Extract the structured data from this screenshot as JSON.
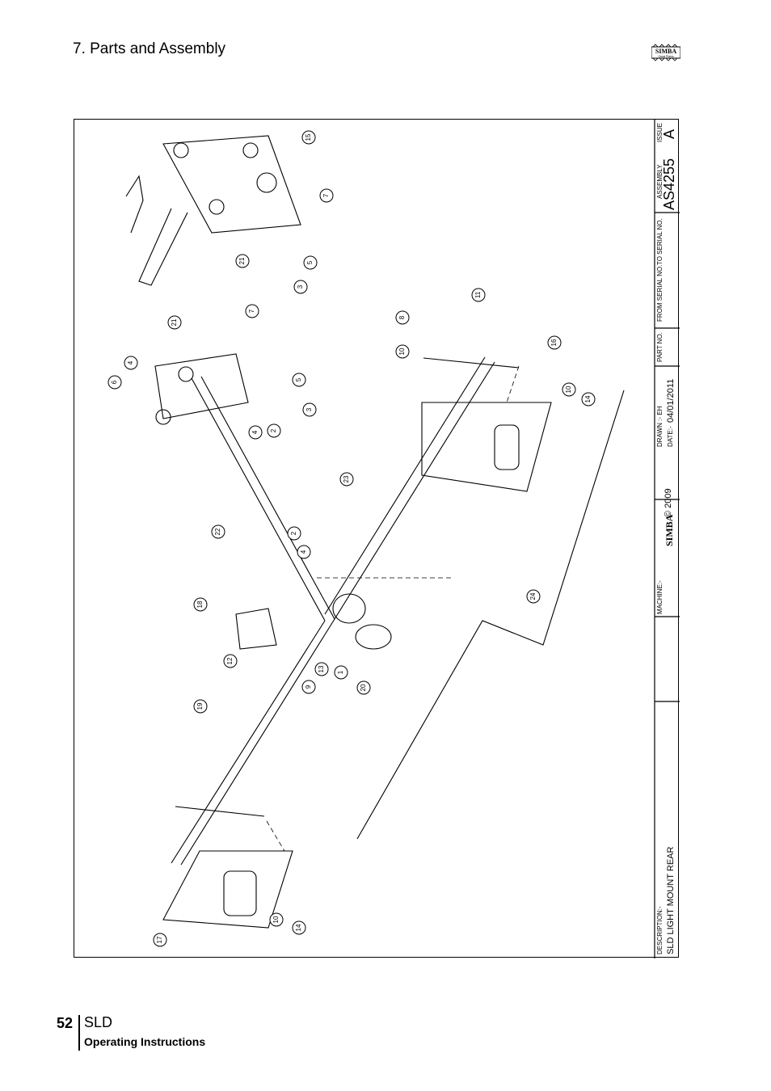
{
  "header": {
    "title": "7. Parts and Assembly",
    "logo_text": "SIMBA",
    "logo_sub": "Great Plains"
  },
  "title_block": {
    "description_label": "DESCRIPTION:-",
    "description": "SLD LIGHT MOUNT REAR",
    "machine_label": "MACHINE:-",
    "logo_text": "SIMBA",
    "copyright": "© 2009",
    "drawn_label": "DRAWN :- EH",
    "date_label": "DATE:-",
    "date": "04/01/2011",
    "part_no_label": "PART NO.",
    "from_serial_label": "FROM SERIAL NO.",
    "to_serial_label": "TO SERIAL NO.",
    "assembly_label": "ASSEMBLY",
    "assembly": "AS4255",
    "issue_label": "ISSUE",
    "issue": "A"
  },
  "callouts": [
    "15",
    "7",
    "5",
    "3",
    "21",
    "7",
    "21",
    "4",
    "6",
    "5",
    "3",
    "4",
    "2",
    "8",
    "10",
    "11",
    "16",
    "10",
    "14",
    "23",
    "22",
    "2",
    "4",
    "18",
    "12",
    "19",
    "9",
    "13",
    "1",
    "20",
    "24",
    "17",
    "10",
    "14"
  ],
  "footer": {
    "page_number": "52",
    "model": "SLD",
    "subtitle": "Operating Instructions"
  },
  "colors": {
    "ink": "#000000",
    "shade": "#cccccc"
  }
}
